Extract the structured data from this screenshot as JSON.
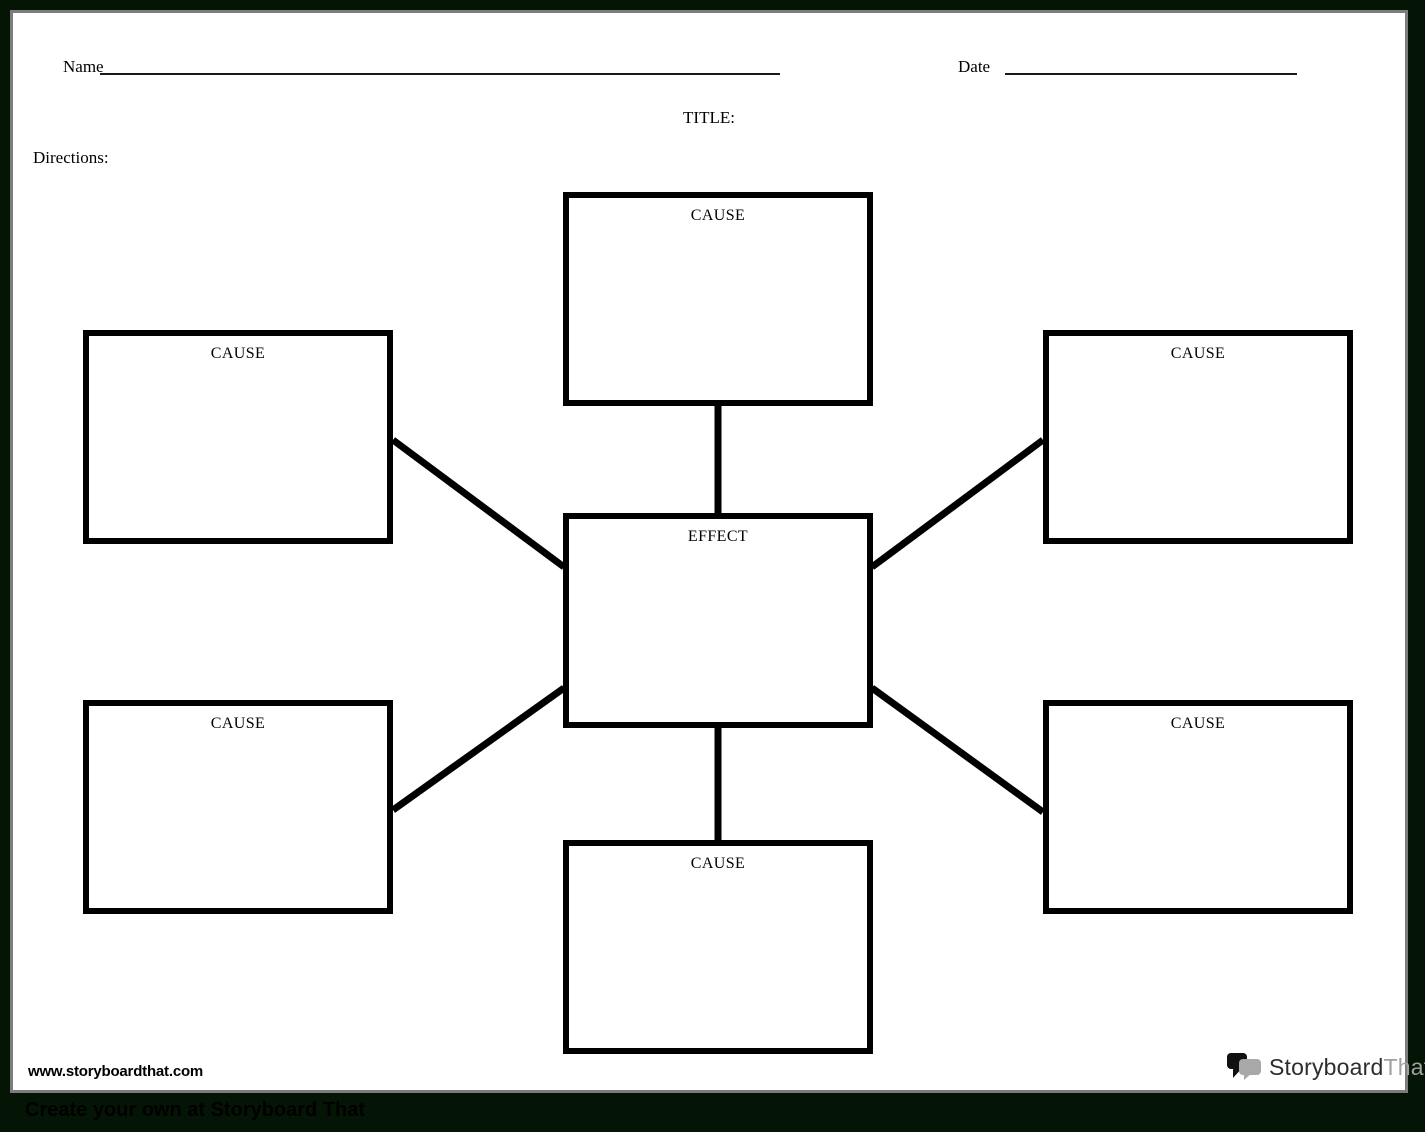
{
  "colors": {
    "background": "#051505",
    "sheet": "#ffffff",
    "sheet_border": "#7d7d7d",
    "line": "#000000",
    "logo_brand": "#2d2d2d",
    "logo_suffix": "#a0a0a0",
    "logo_bubble_dark": "#111111",
    "logo_bubble_gray": "#a8a8a8"
  },
  "header": {
    "name_label": "Name",
    "date_label": "Date",
    "title_label": "TITLE:",
    "directions_label": "Directions:"
  },
  "diagram": {
    "effect_box": {
      "position": "center",
      "label": "EFFECT"
    },
    "cause_boxes": [
      {
        "position": "top-center",
        "label": "CAUSE"
      },
      {
        "position": "upper-left",
        "label": "CAUSE"
      },
      {
        "position": "upper-right",
        "label": "CAUSE"
      },
      {
        "position": "lower-left",
        "label": "CAUSE"
      },
      {
        "position": "lower-right",
        "label": "CAUSE"
      },
      {
        "position": "bottom-center",
        "label": "CAUSE"
      }
    ]
  },
  "footer": {
    "website": "www.storyboardthat.com",
    "logo": {
      "icon": "speech-bubbles-icon",
      "brand": "Storyboard",
      "suffix": "That"
    },
    "banner_text": "Create your own at Storyboard That"
  }
}
